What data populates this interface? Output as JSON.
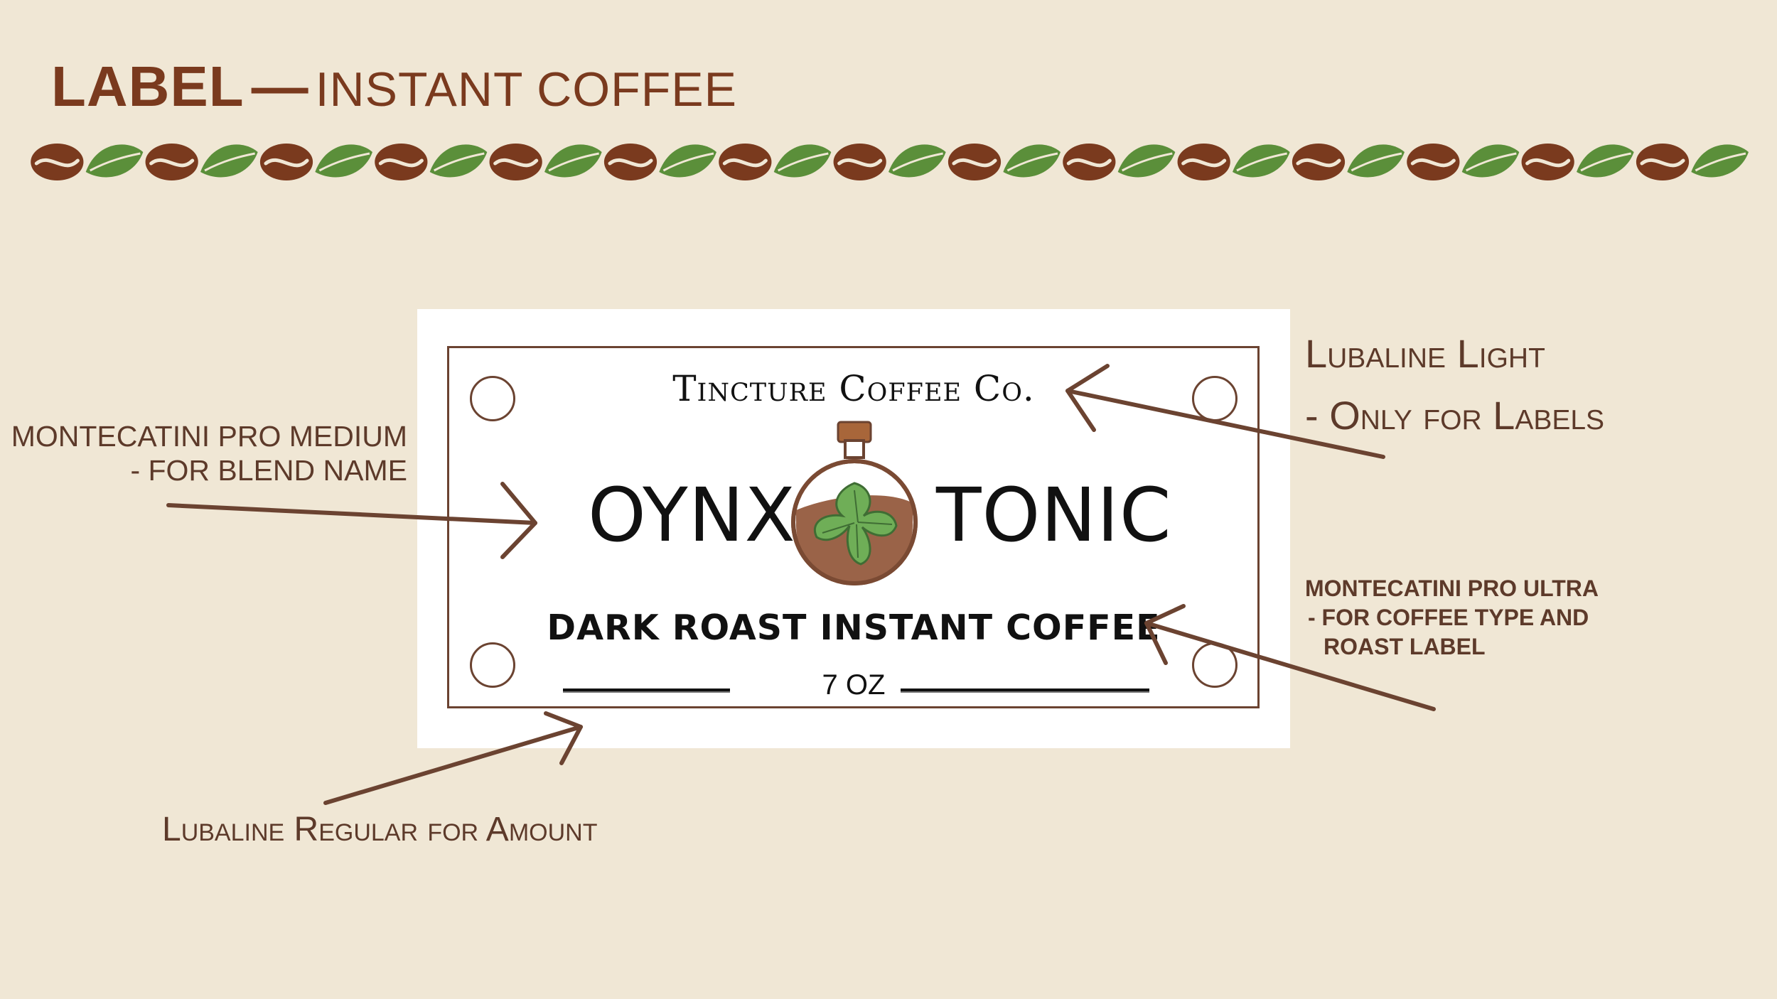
{
  "page": {
    "title_main": "LABEL",
    "title_dash": "—",
    "title_sub": "INSTANT COFFEE"
  },
  "colors": {
    "background": "#f0e7d5",
    "brown": "#7a3a1e",
    "green": "#5b8f3a",
    "annotation": "#5d3a2a",
    "label_border": "#6b4331"
  },
  "decorative_border": {
    "pattern": [
      "coffee-bean-icon",
      "leaf-icon"
    ],
    "repeats": 15
  },
  "label": {
    "brand": "Tincture Coffee Co.",
    "blend_left": "OYNX",
    "blend_right": "TONIC",
    "coffee_type": "DARK ROAST INSTANT COFFEE",
    "amount": "7 OZ",
    "emblem_icon": "flask-with-leaf-icon"
  },
  "annotations": {
    "blend_font": [
      "MONTECATINI PRO MEDIUM",
      "- FOR BLEND NAME"
    ],
    "brand_font": [
      "Lubaline Light",
      "- Only for Labels"
    ],
    "type_font": [
      "MONTECATINI PRO ULTRA",
      "- FOR COFFEE TYPE AND",
      "ROAST LABEL"
    ],
    "amount_font": "Lubaline Regular for Amount"
  }
}
